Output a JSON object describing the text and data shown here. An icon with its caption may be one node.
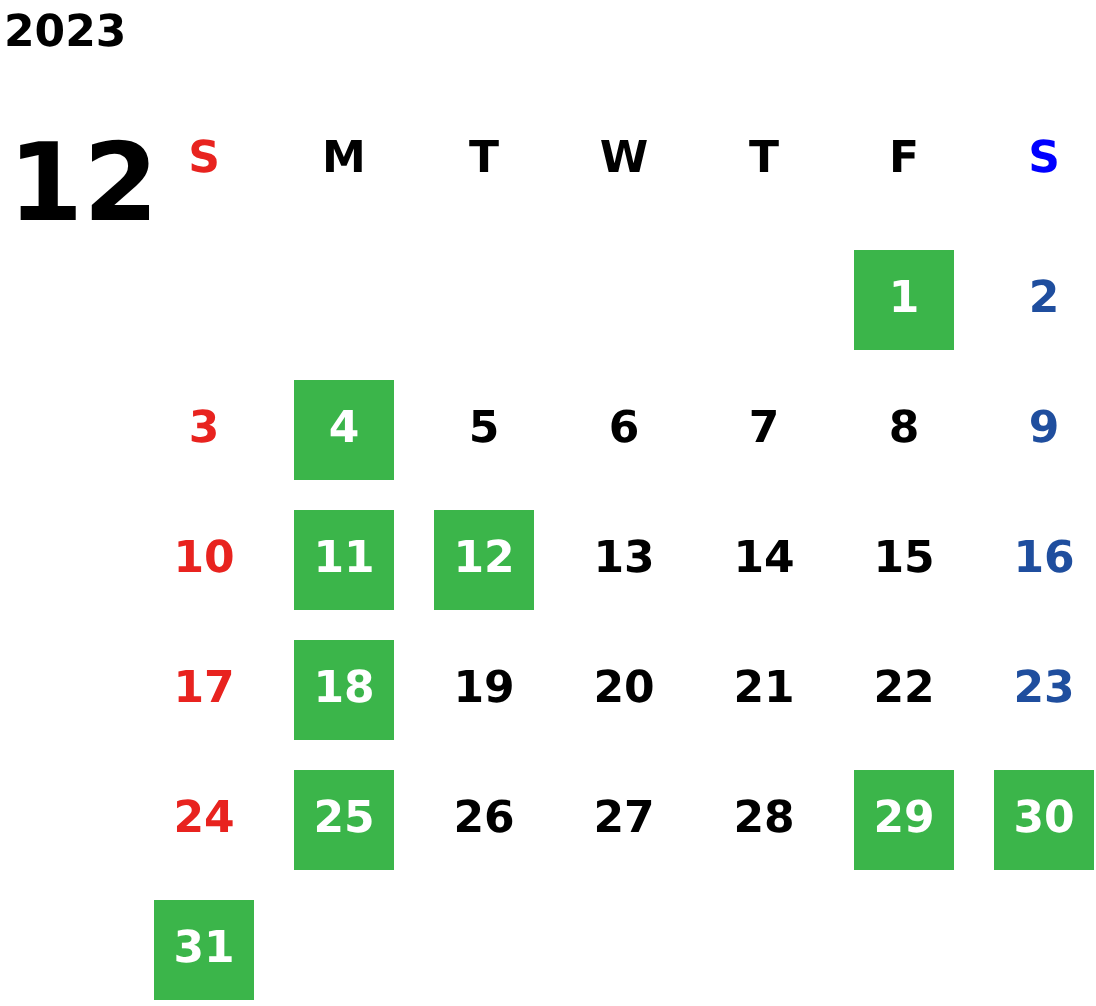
{
  "diagram": {
    "title": "2023",
    "nodes": [
      {
        "text": [
          "1"
        ]
      },
      {
        "text": [
          "4"
        ]
      },
      {
        "text": [
          "11"
        ]
      },
      {
        "text": [
          "12"
        ]
      },
      {
        "text": [
          "18"
        ]
      },
      {
        "text": [
          "25"
        ]
      },
      {
        "text": [
          "29"
        ]
      },
      {
        "text": [
          "30"
        ]
      },
      {
        "text": [
          "31"
        ]
      }
    ],
    "labels": [
      "12",
      "S",
      "M",
      "T",
      "W",
      "T",
      "F",
      "S",
      "2",
      "3",
      "5",
      "6",
      "7",
      "8",
      "9",
      "10",
      "13",
      "14",
      "15",
      "16",
      "17",
      "19",
      "20",
      "21",
      "22",
      "23",
      "24",
      "26",
      "27",
      "28"
    ]
  }
}
